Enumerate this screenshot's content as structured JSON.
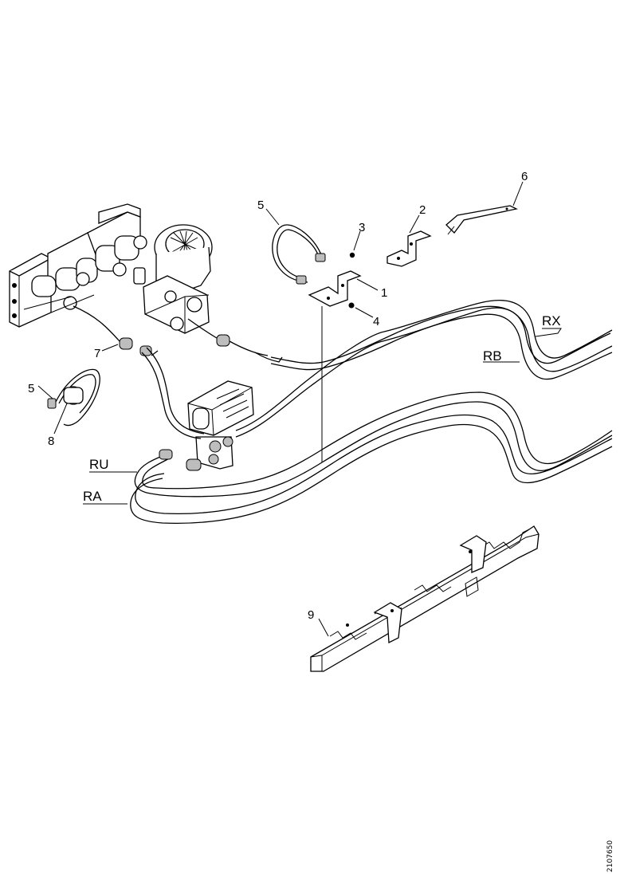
{
  "callouts": {
    "c1": "1",
    "c2": "2",
    "c3": "3",
    "c4": "4",
    "c5_top": "5",
    "c5_left": "5",
    "c6": "6",
    "c7": "7",
    "c8": "8",
    "c9": "9"
  },
  "pipe_labels": {
    "rx": "RX",
    "rb": "RB",
    "ru": "RU",
    "ra": "RA"
  },
  "drawing_code": "2107650"
}
